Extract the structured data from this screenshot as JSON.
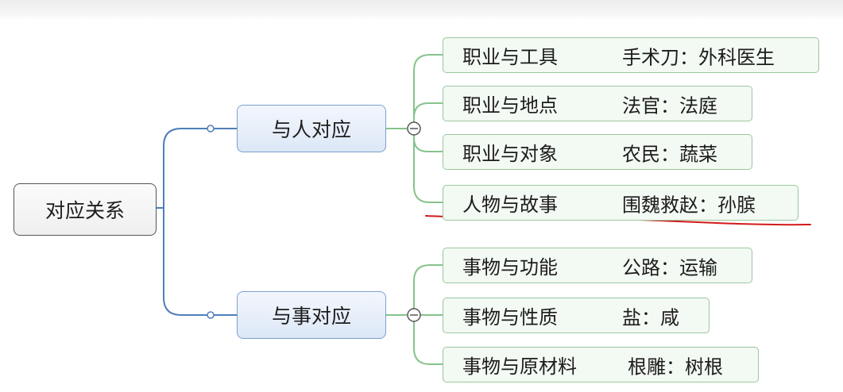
{
  "root": {
    "label": "对应关系"
  },
  "branches": [
    {
      "label": "与人对应",
      "leaves": [
        {
          "category": "职业与工具",
          "example": "手术刀：外科医生"
        },
        {
          "category": "职业与地点",
          "example": "法官：法庭"
        },
        {
          "category": "职业与对象",
          "example": "农民：蔬菜"
        },
        {
          "category": "人物与故事",
          "example": "围魏救赵：孙膑"
        }
      ]
    },
    {
      "label": "与事对应",
      "leaves": [
        {
          "category": "事物与功能",
          "example": "公路：运输"
        },
        {
          "category": "事物与性质",
          "example": "盐：咸"
        },
        {
          "category": "事物与原材料",
          "example": "根雕：树根"
        }
      ]
    }
  ],
  "colors": {
    "branch_connector": "#4f7fb8",
    "leaf_connector": "#86c38a",
    "annotation_underline": "#d21a1a"
  }
}
